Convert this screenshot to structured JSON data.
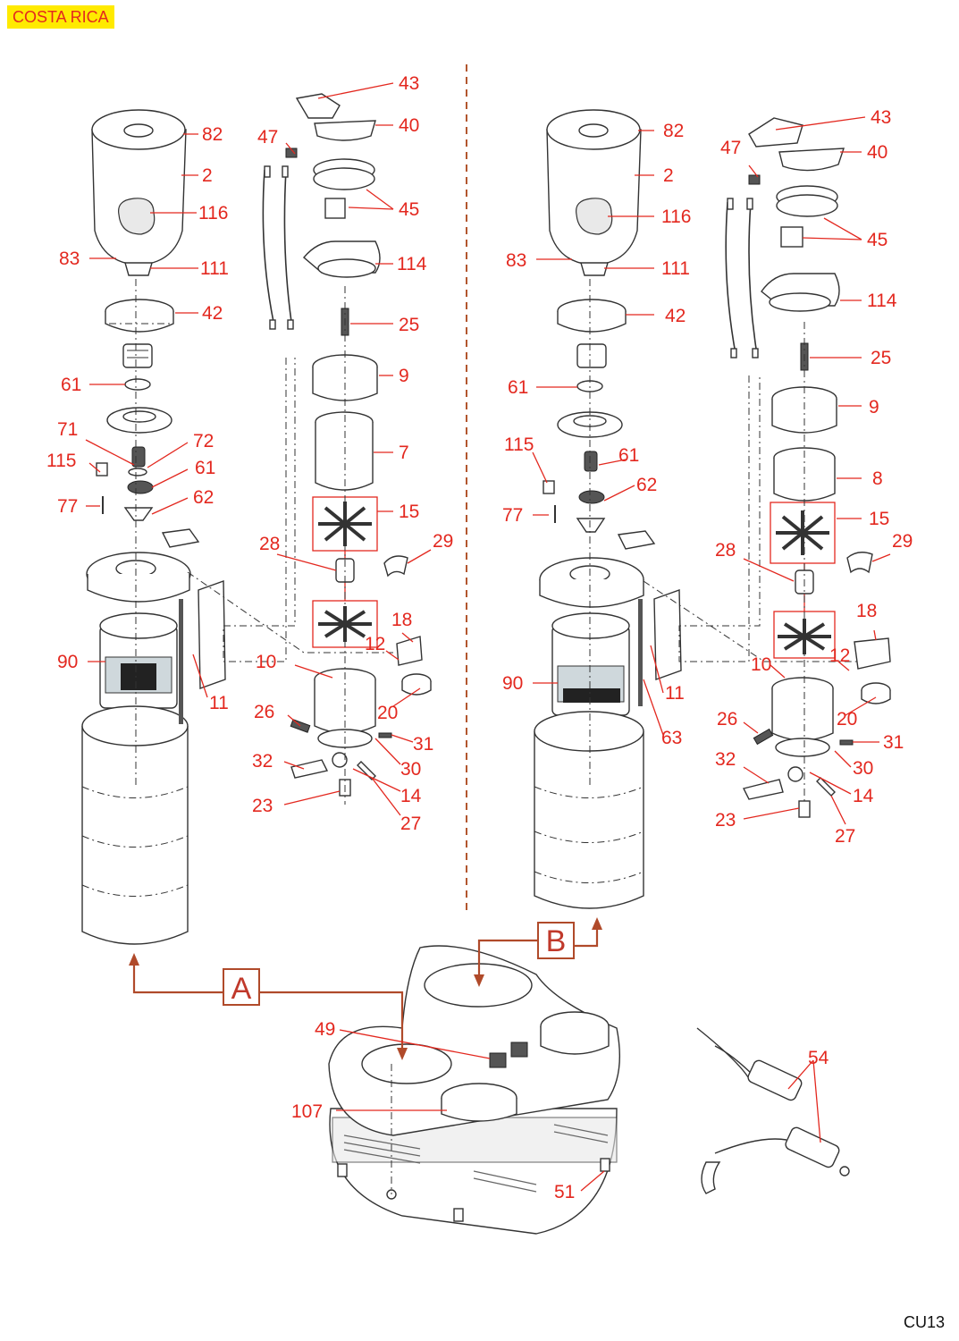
{
  "header": {
    "tag": "COSTA RICA"
  },
  "footer": {
    "code": "CU13"
  },
  "colors": {
    "label": "#e3281f",
    "tag_bg": "#ffea00",
    "box": "#b04a2a"
  },
  "boxes": {
    "a": "A",
    "b": "B"
  },
  "left": {
    "l82": "82",
    "l2": "2",
    "l116": "116",
    "l83": "83",
    "l111": "111",
    "l42": "42",
    "l61a": "61",
    "l71": "71",
    "l72": "72",
    "l61b": "61",
    "l115": "115",
    "l77": "77",
    "l62": "62",
    "l90": "90",
    "l11": "11",
    "l43": "43",
    "l47": "47",
    "l40": "40",
    "l45": "45",
    "l114": "114",
    "l25": "25",
    "l9": "9",
    "l7": "7",
    "l15": "15",
    "l28": "28",
    "l29": "29",
    "l18": "18",
    "l12": "12",
    "l10": "10",
    "l20": "20",
    "l26": "26",
    "l31": "31",
    "l30": "30",
    "l32": "32",
    "l14": "14",
    "l23": "23",
    "l27": "27"
  },
  "right": {
    "l82": "82",
    "l2": "2",
    "l116": "116",
    "l83": "83",
    "l111": "111",
    "l42": "42",
    "l61a": "61",
    "l115": "115",
    "l61b": "61",
    "l62": "62",
    "l77": "77",
    "l90": "90",
    "l11": "11",
    "l63": "63",
    "l43": "43",
    "l47": "47",
    "l40": "40",
    "l45": "45",
    "l114": "114",
    "l25": "25",
    "l9": "9",
    "l8": "8",
    "l15": "15",
    "l28": "28",
    "l29": "29",
    "l18": "18",
    "l12": "12",
    "l10": "10",
    "l20": "20",
    "l26": "26",
    "l31": "31",
    "l30": "30",
    "l32": "32",
    "l14": "14",
    "l23": "23",
    "l27": "27"
  },
  "base": {
    "l49": "49",
    "l107": "107",
    "l51": "51",
    "l54": "54"
  }
}
